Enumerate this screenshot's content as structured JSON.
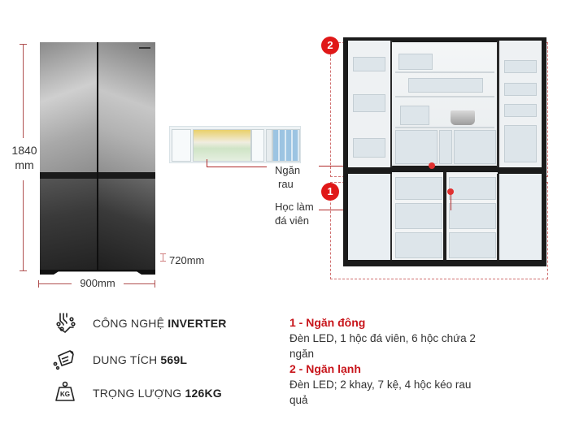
{
  "dimensions": {
    "height_value": "1840",
    "height_unit": "mm",
    "width": "900mm",
    "depth": "720mm"
  },
  "callouts": {
    "vegetable_drawer": {
      "line1": "Ngăn",
      "line2": "rau"
    },
    "ice_tray": {
      "line1": "Học làm",
      "line2": "đá viên"
    }
  },
  "zones": {
    "freezer_badge": "1",
    "fridge_badge": "2"
  },
  "specs": [
    {
      "icon": "inverter-circuit-icon",
      "label": "CÔNG NGHỆ ",
      "value": "INVERTER"
    },
    {
      "icon": "capacity-jug-icon",
      "label": "DUNG TÍCH ",
      "value": "569L"
    },
    {
      "icon": "weight-kg-icon",
      "label": "TRỌNG LƯỢNG ",
      "value": "126KG",
      "icon_text": "KG"
    }
  ],
  "descriptions": [
    {
      "heading": "1 - Ngăn đông",
      "body": "Đèn LED, 1 hộc đá viên, 6 hộc chứa 2 ngăn"
    },
    {
      "heading": "2 - Ngăn lạnh",
      "body": "Đèn LED; 2 khay, 7 kệ, 4 hộc kéo rau quả"
    }
  ],
  "colors": {
    "accent_red": "#e01818",
    "heading_red": "#c8151b",
    "dimension_line": "#b05050"
  }
}
